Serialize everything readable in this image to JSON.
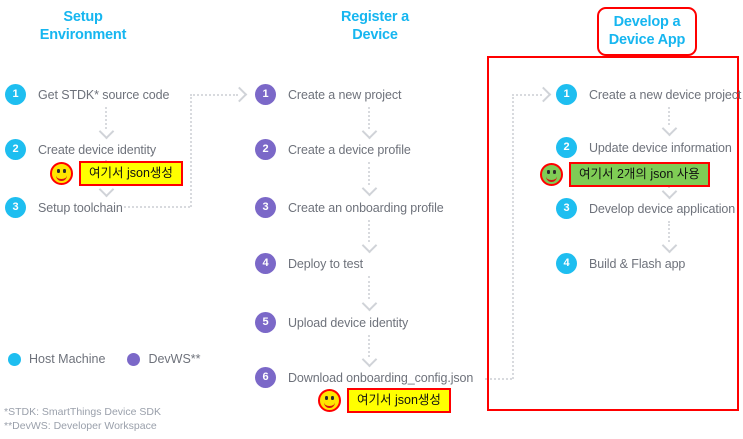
{
  "diagram": {
    "columns": [
      {
        "id": "setup",
        "title": "Setup\nEnvironment",
        "bullet_color": "cyan",
        "steps": [
          {
            "num": "1",
            "label": "Get STDK* source code"
          },
          {
            "num": "2",
            "label": "Create device identity"
          },
          {
            "num": "3",
            "label": "Setup toolchain"
          }
        ]
      },
      {
        "id": "register",
        "title": "Register a\nDevice",
        "bullet_color": "purple",
        "steps": [
          {
            "num": "1",
            "label": "Create a new project"
          },
          {
            "num": "2",
            "label": "Create a device profile"
          },
          {
            "num": "3",
            "label": "Create an onboarding profile"
          },
          {
            "num": "4",
            "label": "Deploy to test"
          },
          {
            "num": "5",
            "label": "Upload device identity"
          },
          {
            "num": "6",
            "label": "Download onboarding_config.json"
          }
        ]
      },
      {
        "id": "develop",
        "title": "Develop a\nDevice App",
        "bullet_color": "cyan",
        "steps": [
          {
            "num": "1",
            "label": "Create a new device project"
          },
          {
            "num": "2",
            "label": "Update device information"
          },
          {
            "num": "3",
            "label": "Develop device application"
          },
          {
            "num": "4",
            "label": "Build & Flash app"
          }
        ]
      }
    ],
    "annotations": [
      {
        "id": "setup-json",
        "text": "여기서 json생성",
        "style": "yellow"
      },
      {
        "id": "develop-json",
        "text": "여기서 2개의 json 사용",
        "style": "green"
      },
      {
        "id": "register-json",
        "text": "여기서 json생성",
        "style": "yellow"
      }
    ],
    "legend": [
      {
        "label": "Host Machine",
        "color": "cyan"
      },
      {
        "label": "DevWS**",
        "color": "purple"
      }
    ],
    "footnotes": [
      "*STDK: SmartThings Device SDK",
      "**DevWS: Developer Workspace"
    ],
    "colors": {
      "cyan": "#1ebef0",
      "purple": "#7b68c8",
      "title_blue": "#16b6f0",
      "highlight_red": "#ff0000",
      "callout_yellow": "#ffff00",
      "callout_green": "#7fcc55",
      "text_gray": "#6e727b",
      "dotted_gray": "#d8dade"
    }
  }
}
